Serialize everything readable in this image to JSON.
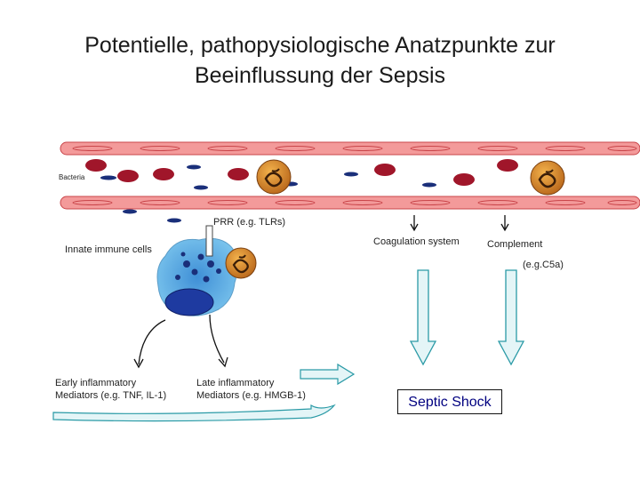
{
  "title": {
    "line1": "Potentielle, pathopysiologische Anatzpunkte zur",
    "line2": "Beeinflussung der Sepsis"
  },
  "labels": {
    "bacteria": "Bacteria",
    "prr": "PRR (e.g. TLRs)",
    "innate": "Innate immune cells",
    "coagulation": "Coagulation system",
    "complement": "Complement",
    "c5a": "(e.g.C5a)",
    "early_line1": "Early inflammatory",
    "early_line2": "Mediators (e.g. TNF, IL-1)",
    "late_line1": "Late inflammatory",
    "late_line2": "Mediators (e.g. HMGB-1)",
    "septic": "Septic Shock"
  },
  "colors": {
    "vessel_wall": "#f39a9a",
    "vessel_stroke": "#c9454a",
    "red_cell": "#a0162a",
    "bacterium": "#1a2f7a",
    "macrophage": "#cc7a22",
    "immune_cell": "#5fb6e6",
    "nucleus": "#1e3aa0",
    "arrow_fill": "#e4f5f7",
    "arrow_stroke": "#2a9aa6"
  }
}
